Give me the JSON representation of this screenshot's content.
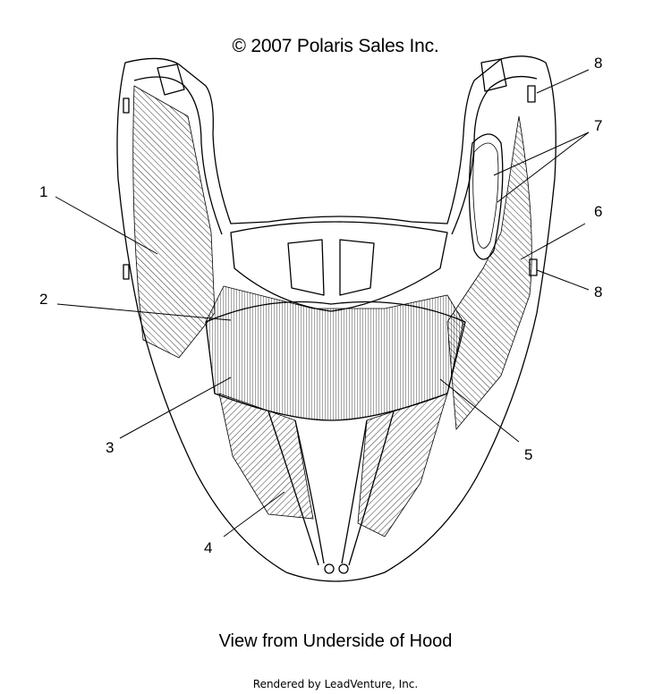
{
  "header": {
    "copyright": "© 2007 Polaris Sales Inc."
  },
  "footer": {
    "caption": "View from Underside of Hood",
    "credit": "Rendered by LeadVenture, Inc."
  },
  "callouts": [
    "1",
    "2",
    "3",
    "4",
    "5",
    "6",
    "7",
    "8",
    "8"
  ],
  "colors": {
    "line": "#000000",
    "background": "#ffffff"
  }
}
